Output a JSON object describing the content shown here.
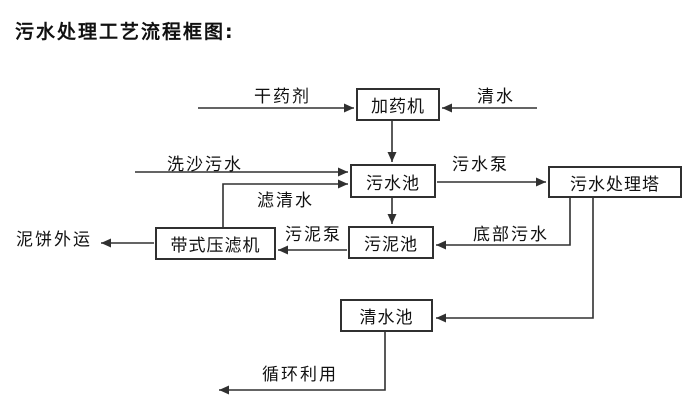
{
  "title": "污水处理工艺流程框图:",
  "colors": {
    "background": "#ffffff",
    "line": "#303030",
    "text": "#111111"
  },
  "diagram": {
    "nodes": [
      {
        "id": "dosing-machine",
        "label": "加药机"
      },
      {
        "id": "sewage-pool",
        "label": "污水池"
      },
      {
        "id": "sewage-treatment-tower",
        "label": "污水处理塔"
      },
      {
        "id": "sludge-pool",
        "label": "污泥池"
      },
      {
        "id": "belt-filter-press",
        "label": "带式压滤机"
      },
      {
        "id": "clean-water-pool",
        "label": "清水池"
      }
    ],
    "edges": [
      {
        "from": "dry-agent-input",
        "to": "dosing-machine",
        "label": "干药剂"
      },
      {
        "from": "clean-water-input",
        "to": "dosing-machine",
        "label": "清水"
      },
      {
        "from": "dosing-machine",
        "to": "sewage-pool",
        "label": ""
      },
      {
        "from": "sand-washing-sewage-input",
        "to": "sewage-pool",
        "label": "洗沙污水"
      },
      {
        "from": "belt-filter-press",
        "to": "sewage-pool",
        "label": "滤清水"
      },
      {
        "from": "sewage-pool",
        "to": "sewage-treatment-tower",
        "label": "污水泵"
      },
      {
        "from": "sewage-pool",
        "to": "sludge-pool",
        "label": ""
      },
      {
        "from": "sewage-treatment-tower",
        "to": "sludge-pool",
        "label": "底部污水"
      },
      {
        "from": "sludge-pool",
        "to": "belt-filter-press",
        "label": "污泥泵"
      },
      {
        "from": "belt-filter-press",
        "to": "mud-cake-out",
        "label": "泥饼外运"
      },
      {
        "from": "sewage-treatment-tower",
        "to": "clean-water-pool",
        "label": ""
      },
      {
        "from": "clean-water-pool",
        "to": "recycling",
        "label": "循环利用"
      }
    ]
  }
}
